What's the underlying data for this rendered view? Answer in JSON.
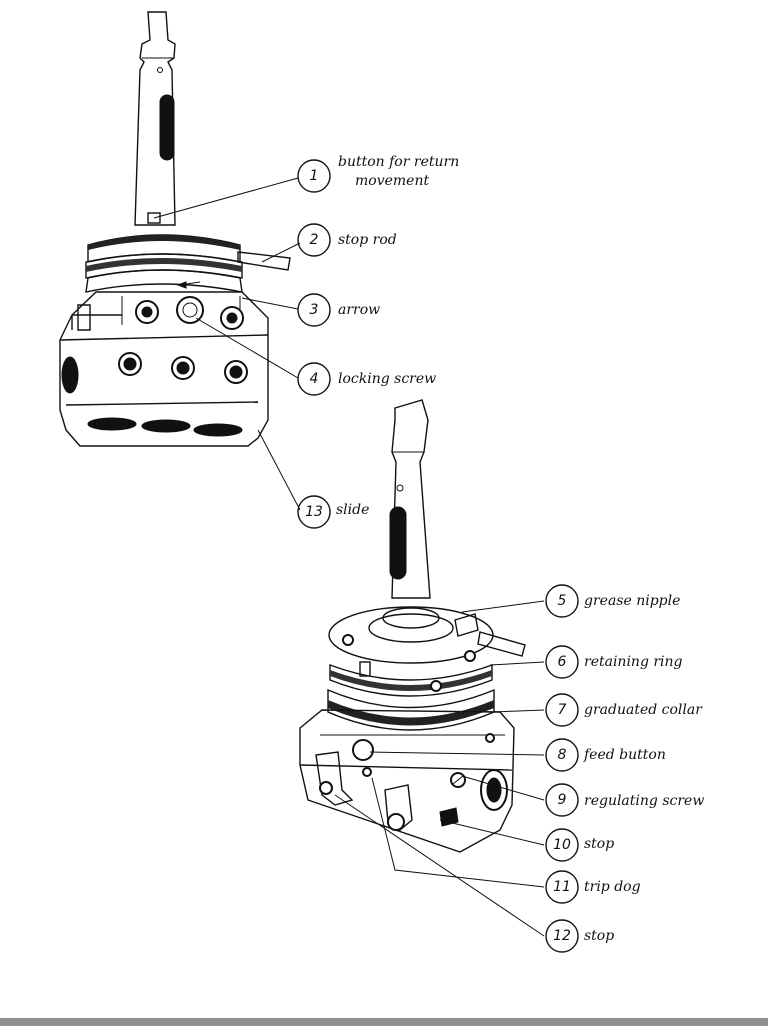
{
  "callouts": [
    {
      "id": "1",
      "lines": [
        "button for return",
        "movement"
      ]
    },
    {
      "id": "2",
      "lines": [
        "stop rod"
      ]
    },
    {
      "id": "3",
      "lines": [
        "arrow"
      ]
    },
    {
      "id": "4",
      "lines": [
        "locking screw"
      ]
    },
    {
      "id": "13",
      "lines": [
        "slide"
      ]
    },
    {
      "id": "5",
      "lines": [
        "grease nipple"
      ]
    },
    {
      "id": "6",
      "lines": [
        "retaining ring"
      ]
    },
    {
      "id": "7",
      "lines": [
        "graduated collar"
      ]
    },
    {
      "id": "8",
      "lines": [
        "feed button"
      ]
    },
    {
      "id": "9",
      "lines": [
        "regulating screw"
      ]
    },
    {
      "id": "10",
      "lines": [
        "stop"
      ]
    },
    {
      "id": "11",
      "lines": [
        "trip dog"
      ]
    },
    {
      "id": "12",
      "lines": [
        "stop"
      ]
    }
  ],
  "colors": {
    "ink": "#111111",
    "paper": "#ffffff",
    "bar": "#8d8d8d"
  }
}
